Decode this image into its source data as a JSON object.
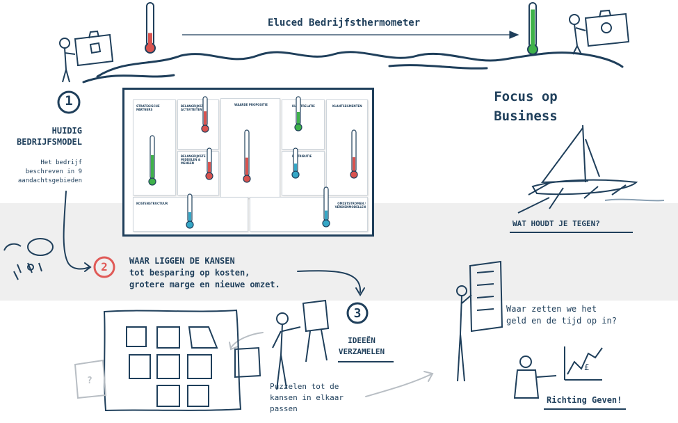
{
  "header": {
    "title": "Eluced Bedrijfsthermometer"
  },
  "focus": {
    "line1": "Focus op",
    "line2": "Business"
  },
  "step1": {
    "number": "1",
    "title_line1": "HUIDIG",
    "title_line2": "BEDRIJFSMODEL",
    "desc_line1": "Het bedrijf",
    "desc_line2": "beschreven in 9",
    "desc_line3": "aandachtsgebieden"
  },
  "step2": {
    "number": "2",
    "line1": "WAAR LIGGEN DE KANSEN",
    "line2": "tot besparing op kosten,",
    "line3": "grotere marge en nieuwe omzet."
  },
  "step3": {
    "number": "3",
    "line1": "IDEEËN",
    "line2": "VERZAMELEN"
  },
  "boat": {
    "caption": "WAT HOUDT JE TEGEN?"
  },
  "puzzle": {
    "line1": "Puzzelen tot de",
    "line2": "kansen in elkaar",
    "line3": "passen",
    "mark": "?"
  },
  "invest": {
    "line1": "Waar zetten we het",
    "line2": "geld en de tijd op in?"
  },
  "direction": {
    "caption": "Richting Geven!"
  },
  "canvas": {
    "cells": [
      {
        "label": "Strategische partners",
        "level": 0.55,
        "color": "#3fb24a"
      },
      {
        "label": "Belangrijkste activiteiten",
        "level": 0.5,
        "color": "#d9534f"
      },
      {
        "label": "Belangrijkste middelen & mensen",
        "level": 0.45,
        "color": "#d9534f"
      },
      {
        "label": "Waarde propositie",
        "level": 0.4,
        "color": "#d9534f"
      },
      {
        "label": "Klantrelatie",
        "level": 0.45,
        "color": "#3fb24a"
      },
      {
        "label": "Distributie",
        "level": 0.35,
        "color": "#35a7c6"
      },
      {
        "label": "Klantsegmenten",
        "level": 0.35,
        "color": "#d9534f"
      },
      {
        "label": "Kostenstructuur",
        "level": 0.35,
        "color": "#35a7c6"
      },
      {
        "label": "Omzetstromen / verdienmodellen",
        "level": 0.3,
        "color": "#35a7c6"
      }
    ]
  },
  "thermometers": {
    "left": {
      "level": 0.3,
      "color": "#d9534f"
    },
    "right": {
      "level": 0.85,
      "color": "#3fb24a"
    }
  }
}
